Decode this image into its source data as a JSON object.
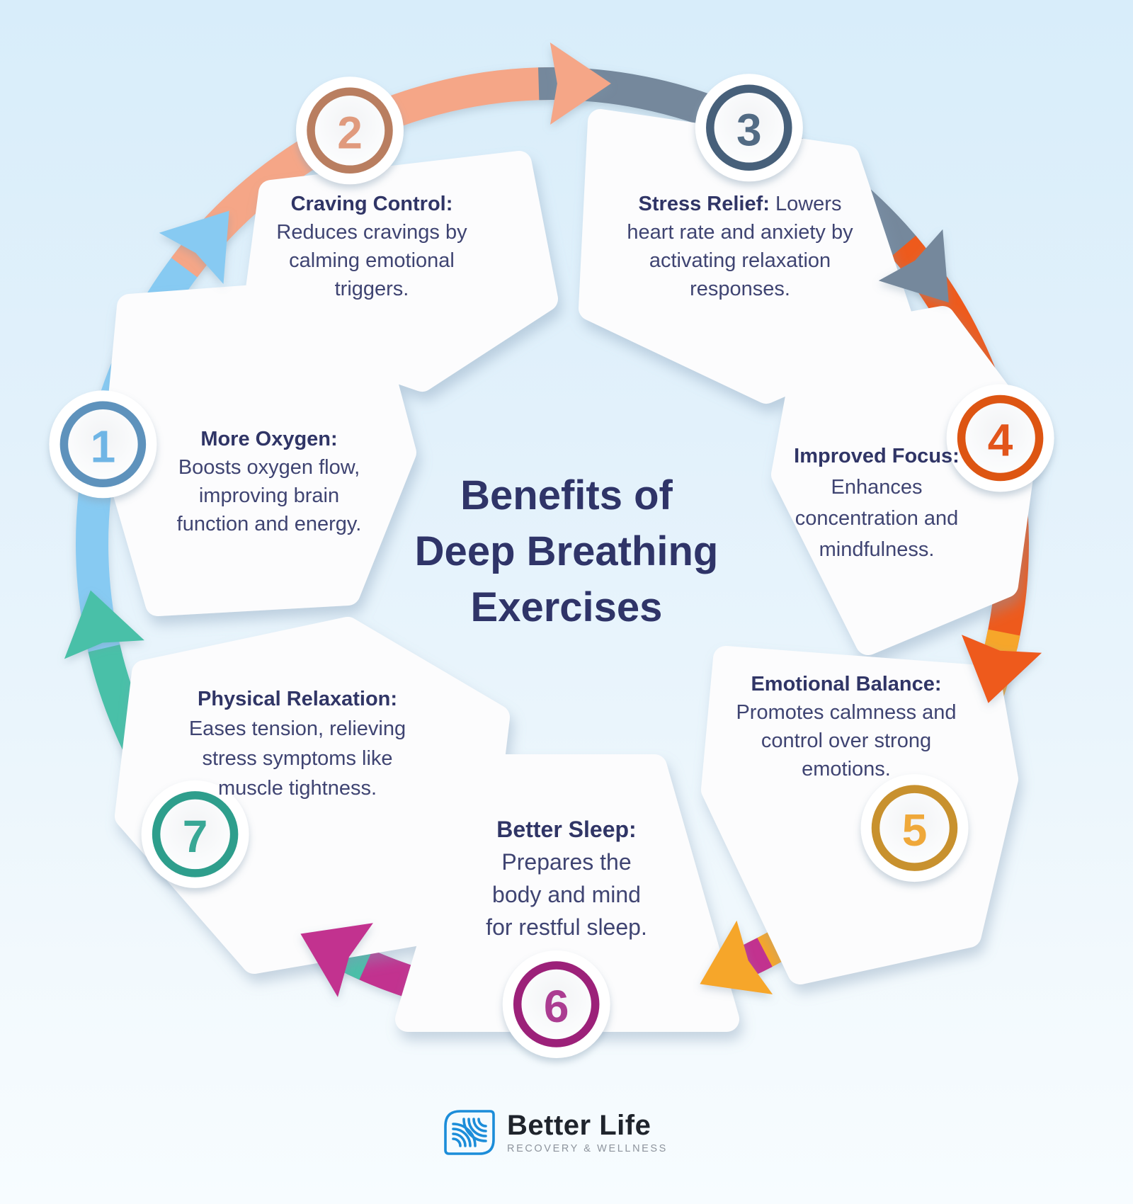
{
  "title": "Benefits of\nDeep Breathing\nExercises",
  "title_color": "#2f3468",
  "background": {
    "top": "#d8edfa",
    "bottom": "#f7fcff"
  },
  "segments": [
    {
      "num": "1",
      "title": "More Oxygen:",
      "desc": "\nBoosts oxygen flow,\nimproving brain\nfunction and energy.",
      "arrow_color": "#87caf2",
      "ring_color": "#5e92bc",
      "number_color": "#6fb5e5"
    },
    {
      "num": "2",
      "title": "Craving Control:",
      "desc": "\nReduces cravings by\ncalming emotional\ntriggers.",
      "arrow_color": "#f5a687",
      "ring_color": "#b97e60",
      "number_color": "#e09a7d"
    },
    {
      "num": "3",
      "title": "Stress Relief:",
      "desc": " Lowers\nheart rate and anxiety by\nactivating relaxation\nresponses.",
      "arrow_color": "#74889c",
      "ring_color": "#47607a",
      "number_color": "#526b84"
    },
    {
      "num": "4",
      "title": "Improved Focus:",
      "desc": "\nEnhances\nconcentration and\nmindfulness.",
      "arrow_color": "#ee5a1f",
      "ring_color": "#dd5512",
      "number_color": "#e2551b"
    },
    {
      "num": "5",
      "title": "Emotional Balance:",
      "desc": "\nPromotes calmness and\ncontrol over strong\nemotions.",
      "arrow_color": "#f6a62b",
      "ring_color": "#c8912e",
      "number_color": "#efa83a"
    },
    {
      "num": "6",
      "title": "Better Sleep:",
      "desc": "\nPrepares the\nbody and mind\nfor restful sleep.",
      "arrow_color": "#c2308f",
      "ring_color": "#9c2179",
      "number_color": "#ab3c91"
    },
    {
      "num": "7",
      "title": "Physical Relaxation:",
      "desc": "\nEases tension, relieving\nstress symptoms like\nmuscle tightness.",
      "arrow_color": "#49c0a8",
      "ring_color": "#2e9e8c",
      "number_color": "#38a795"
    }
  ],
  "card_color": "#fcfcfd",
  "logo": {
    "icon": "leaf-waves-icon",
    "icon_color": "#1c8dd9",
    "name": "Better Life",
    "name_color": "#1f242c",
    "tagline": "RECOVERY & WELLNESS",
    "tagline_color": "#8e949d"
  }
}
